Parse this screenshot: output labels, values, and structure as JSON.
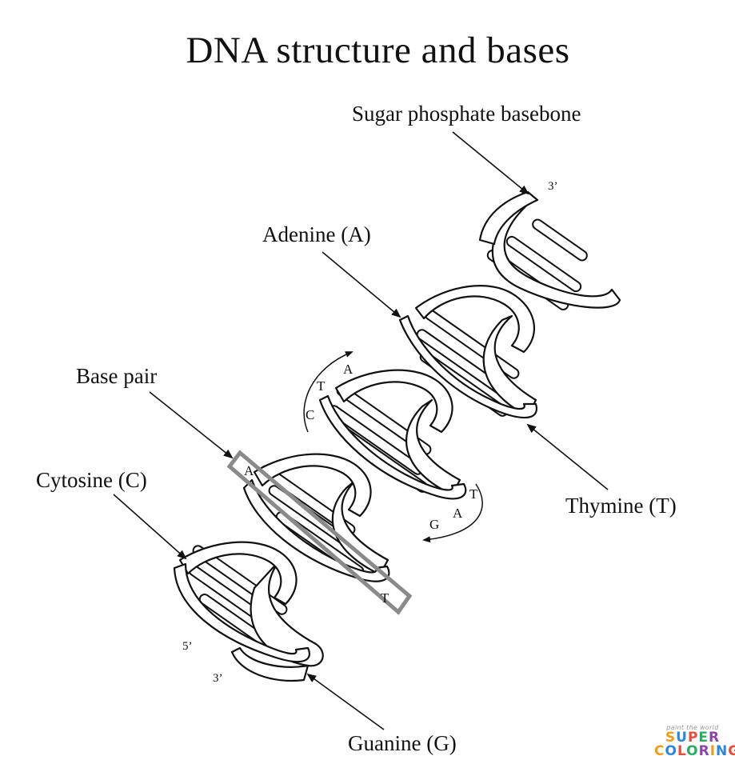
{
  "title": "DNA structure and bases",
  "labels": {
    "backbone": "Sugar phosphate basebone",
    "adenine": "Adenine (A)",
    "base_pair": "Base pair",
    "cytosine": "Cytosine (C)",
    "thymine": "Thymine (T)",
    "guanine": "Guanine (G)"
  },
  "strand_ends": {
    "top_right": "3’",
    "bottom_left_upper": "5’",
    "bottom_left_lower": "3’"
  },
  "upper_sequence": [
    "C",
    "T",
    "A"
  ],
  "lower_sequence": [
    "T",
    "A",
    "G"
  ],
  "base_pair_letters": [
    "A",
    "T"
  ],
  "watermark": {
    "tagline": "paint the world",
    "line1": "SUPER",
    "line2": "COLORING",
    "colors": [
      "#f39c12",
      "#2e86de",
      "#e74c3c",
      "#27ae60",
      "#8e44ad"
    ]
  }
}
